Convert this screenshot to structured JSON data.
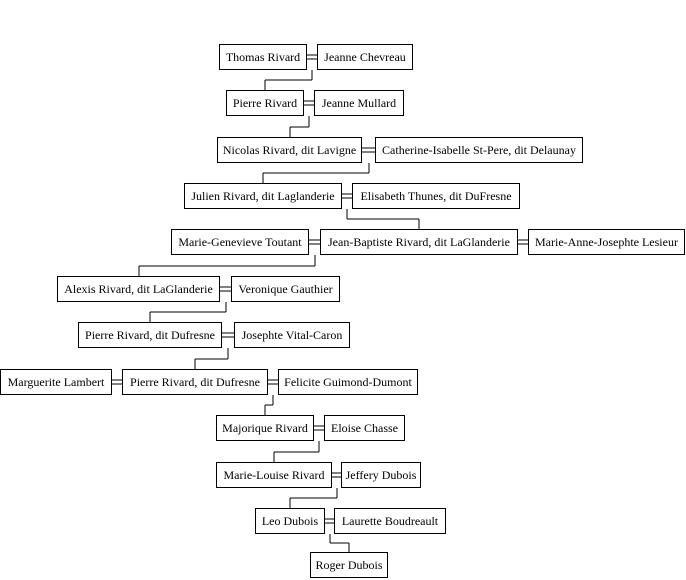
{
  "colors": {
    "box_border": "#000000",
    "line": "#000000",
    "text": "#000000",
    "background": "#ffffff"
  },
  "people": {
    "p1": "Thomas Rivard",
    "p2": "Jeanne Chevreau",
    "p3": "Pierre Rivard",
    "p4": "Jeanne Mullard",
    "p5": "Nicolas Rivard, dit Lavigne",
    "p6": "Catherine-Isabelle St-Pere, dit Delaunay",
    "p7": "Julien Rivard, dit Laglanderie",
    "p8": "Elisabeth Thunes, dit DuFresne",
    "p9": "Marie-Genevieve Toutant",
    "p10": "Jean-Baptiste Rivard, dit LaGlanderie",
    "p11": "Marie-Anne-Josephte Lesieur",
    "p12": "Alexis Rivard, dit LaGlanderie",
    "p13": "Veronique Gauthier",
    "p14": "Pierre Rivard, dit Dufresne",
    "p15": "Josephte Vital-Caron",
    "p16": "Marguerite Lambert",
    "p17": "Pierre Rivard, dit Dufresne",
    "p18": "Felicite Guimond-Dumont",
    "p19": "Majorique Rivard",
    "p20": "Eloise Chasse",
    "p21": "Marie-Louise Rivard",
    "p22": "Jeffery Dubois",
    "p23": "Leo Dubois",
    "p24": "Laurette Boudreault",
    "p25": "Roger Dubois"
  },
  "marriages": [
    [
      "p1",
      "p2"
    ],
    [
      "p3",
      "p4"
    ],
    [
      "p5",
      "p6"
    ],
    [
      "p7",
      "p8"
    ],
    [
      "p9",
      "p10"
    ],
    [
      "p10",
      "p11"
    ],
    [
      "p12",
      "p13"
    ],
    [
      "p14",
      "p15"
    ],
    [
      "p16",
      "p17"
    ],
    [
      "p17",
      "p18"
    ],
    [
      "p19",
      "p20"
    ],
    [
      "p21",
      "p22"
    ],
    [
      "p23",
      "p24"
    ]
  ],
  "descents": [
    {
      "parents": [
        "p1",
        "p2"
      ],
      "child": "p3"
    },
    {
      "parents": [
        "p3",
        "p4"
      ],
      "child": "p5"
    },
    {
      "parents": [
        "p5",
        "p6"
      ],
      "child": "p7"
    },
    {
      "parents": [
        "p7",
        "p8"
      ],
      "child": "p10"
    },
    {
      "parents": [
        "p9",
        "p10"
      ],
      "child": "p12"
    },
    {
      "parents": [
        "p12",
        "p13"
      ],
      "child": "p14"
    },
    {
      "parents": [
        "p14",
        "p15"
      ],
      "child": "p17"
    },
    {
      "parents": [
        "p17",
        "p18"
      ],
      "child": "p19"
    },
    {
      "parents": [
        "p19",
        "p20"
      ],
      "child": "p21"
    },
    {
      "parents": [
        "p21",
        "p22"
      ],
      "child": "p23"
    },
    {
      "parents": [
        "p23",
        "p24"
      ],
      "child": "p25"
    }
  ]
}
